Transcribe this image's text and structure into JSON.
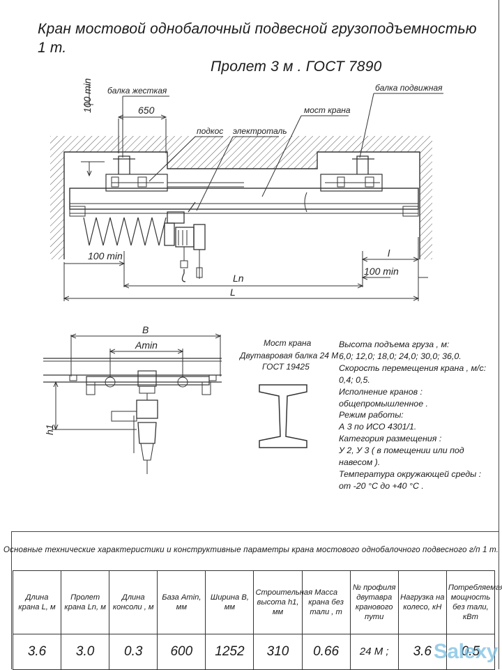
{
  "title": {
    "line1": "Кран мостовой однобалочный подвесной грузоподъемностью 1 т.",
    "line2": "Пролет 3 м . ГОСТ 7890"
  },
  "labels": {
    "dim_100_top": "100 min",
    "rigid_beam": "балка жесткая",
    "dim_650": "650",
    "strut": "подкос",
    "hoist": "электроталь",
    "crane_bridge": "мост крана",
    "movable_beam": "балка подвижная",
    "dim_100_left": "100 min",
    "dim_l_small": "l",
    "dim_100_right": "100 min",
    "dim_ln": "Ln",
    "dim_l": "L",
    "dim_b": "B",
    "dim_amin": "Amin",
    "dim_h1": "h1",
    "ibeam_caption": [
      "Мост крана",
      "Двутавровая балка 24 М",
      "ГОСТ 19425"
    ]
  },
  "specs": [
    "Высота подъема груза , м:",
    "6,0; 12,0; 18,0; 24,0; 30,0; 36,0.",
    "Скорость перемещения крана , м/с:",
    "0,4; 0,5.",
    "Исполнение кранов :",
    "общепромышленное .",
    "Режим работы:",
    "А 3 по ИСО 4301/1.",
    "Категория размещения :",
    "У 2, У 3 ( в помещении или под",
    "навесом ).",
    "Температура окружающей среды :",
    "от -20 °С до +40 °С ."
  ],
  "table": {
    "caption": "Основные технические характеристики и конструктивные параметры крана мостового однобалочного подвесного г/п 1 т.",
    "headers": [
      "Длина крана L, м",
      "Пролет крана Ln, м",
      "Длина консоли , м",
      "База Amin, мм",
      "Ширина B, мм",
      "Строительная высота h1, мм",
      "Масса крана без тали , т",
      "№ профиля двутавра кранового пути",
      "Нагрузка на колесо, кН",
      "Потребляемая мощность без тали, кВт"
    ],
    "values": [
      "3.6",
      "3.0",
      "0.3",
      "600",
      "1252",
      "310",
      "0.66",
      "24 М ;",
      "3.6",
      "0.5"
    ]
  },
  "watermark": "Salexy"
}
